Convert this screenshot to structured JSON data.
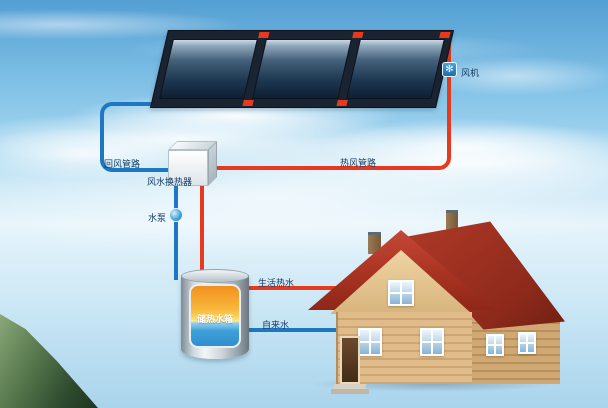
{
  "labels": {
    "fan": "风机",
    "return_air_pipe": "回风管路",
    "hot_air_pipe": "热风管路",
    "heat_exchanger": "风水换热器",
    "pump": "水泵",
    "storage_tank": "储热水箱",
    "domestic_hot_water": "生活热水",
    "tap_water": "自来水"
  },
  "icons": {
    "fan_glyph": "✻"
  },
  "colors": {
    "hot_pipe": "#e6391f",
    "cold_pipe": "#1d78c1",
    "collector_frame": "#1a2330",
    "tank_hot": "#f5a31f",
    "tank_water": "#2f8fd0",
    "roof": "#b03a2a",
    "wall_wood": "#dcb886"
  }
}
